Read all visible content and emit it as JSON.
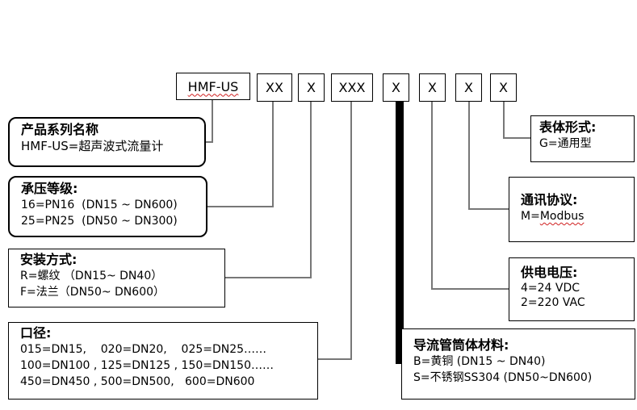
{
  "code_segments": [
    {
      "label": "HMF-US"
    },
    {
      "label": "XX"
    },
    {
      "label": "X"
    },
    {
      "label": "XXX"
    },
    {
      "label": "X"
    },
    {
      "label": "X"
    },
    {
      "label": "X"
    },
    {
      "label": "X"
    }
  ],
  "boxes": {
    "product": {
      "title": "产品系列名称",
      "lines": [
        "HMF-US=超声波式流量计"
      ]
    },
    "pressure": {
      "title": "承压等级:",
      "lines": [
        "16=PN16  (DN15 ~ DN600)",
        "25=PN25  (DN50 ~ DN300)"
      ]
    },
    "install": {
      "title": "安装方式:",
      "lines": [
        "R=螺纹 （DN15~ DN40）",
        "F=法兰（DN50~ DN600）"
      ]
    },
    "diameter": {
      "title": "口径:",
      "lines": [
        "015=DN15,    020=DN20,    025=DN25……",
        "100=DN100 , 125=DN125 , 150=DN150……",
        "450=DN450 , 500=DN500,   600=DN600"
      ]
    },
    "material": {
      "title": "导流管筒体材料:",
      "lines": [
        "B=黄铜 (DN15 ~ DN40)",
        "S=不锈钢SS304 (DN50~DN600)"
      ]
    },
    "power": {
      "title": "供电电压:",
      "lines": [
        "4=24 VDC",
        "2=220 VAC"
      ]
    },
    "protocol": {
      "title": "通讯协议:",
      "lines": [
        "M=Modbus"
      ]
    },
    "form": {
      "title": "表体形式:",
      "lines": [
        "G=通用型"
      ]
    }
  }
}
